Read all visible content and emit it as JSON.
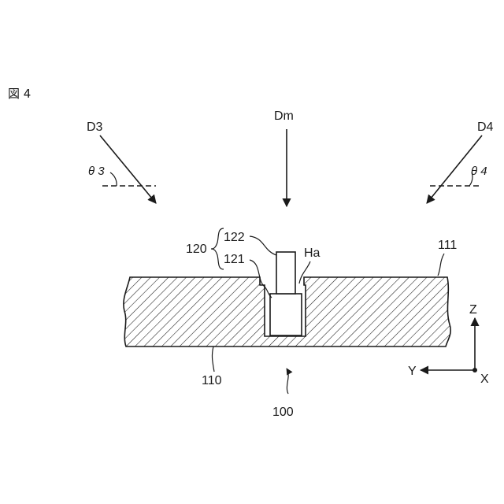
{
  "figure": {
    "title": "図 4"
  },
  "directions": {
    "d3": {
      "label": "D3",
      "angle_label": "θ 3"
    },
    "dm": {
      "label": "Dm"
    },
    "d4": {
      "label": "D4",
      "angle_label": "θ 4"
    }
  },
  "parts": {
    "assembly": "120",
    "part_upper": "122",
    "part_lower": "121",
    "hole": "Ha",
    "surface": "111",
    "substrate": "110",
    "device": "100"
  },
  "axes": {
    "z": "Z",
    "y": "Y",
    "x": "X"
  }
}
